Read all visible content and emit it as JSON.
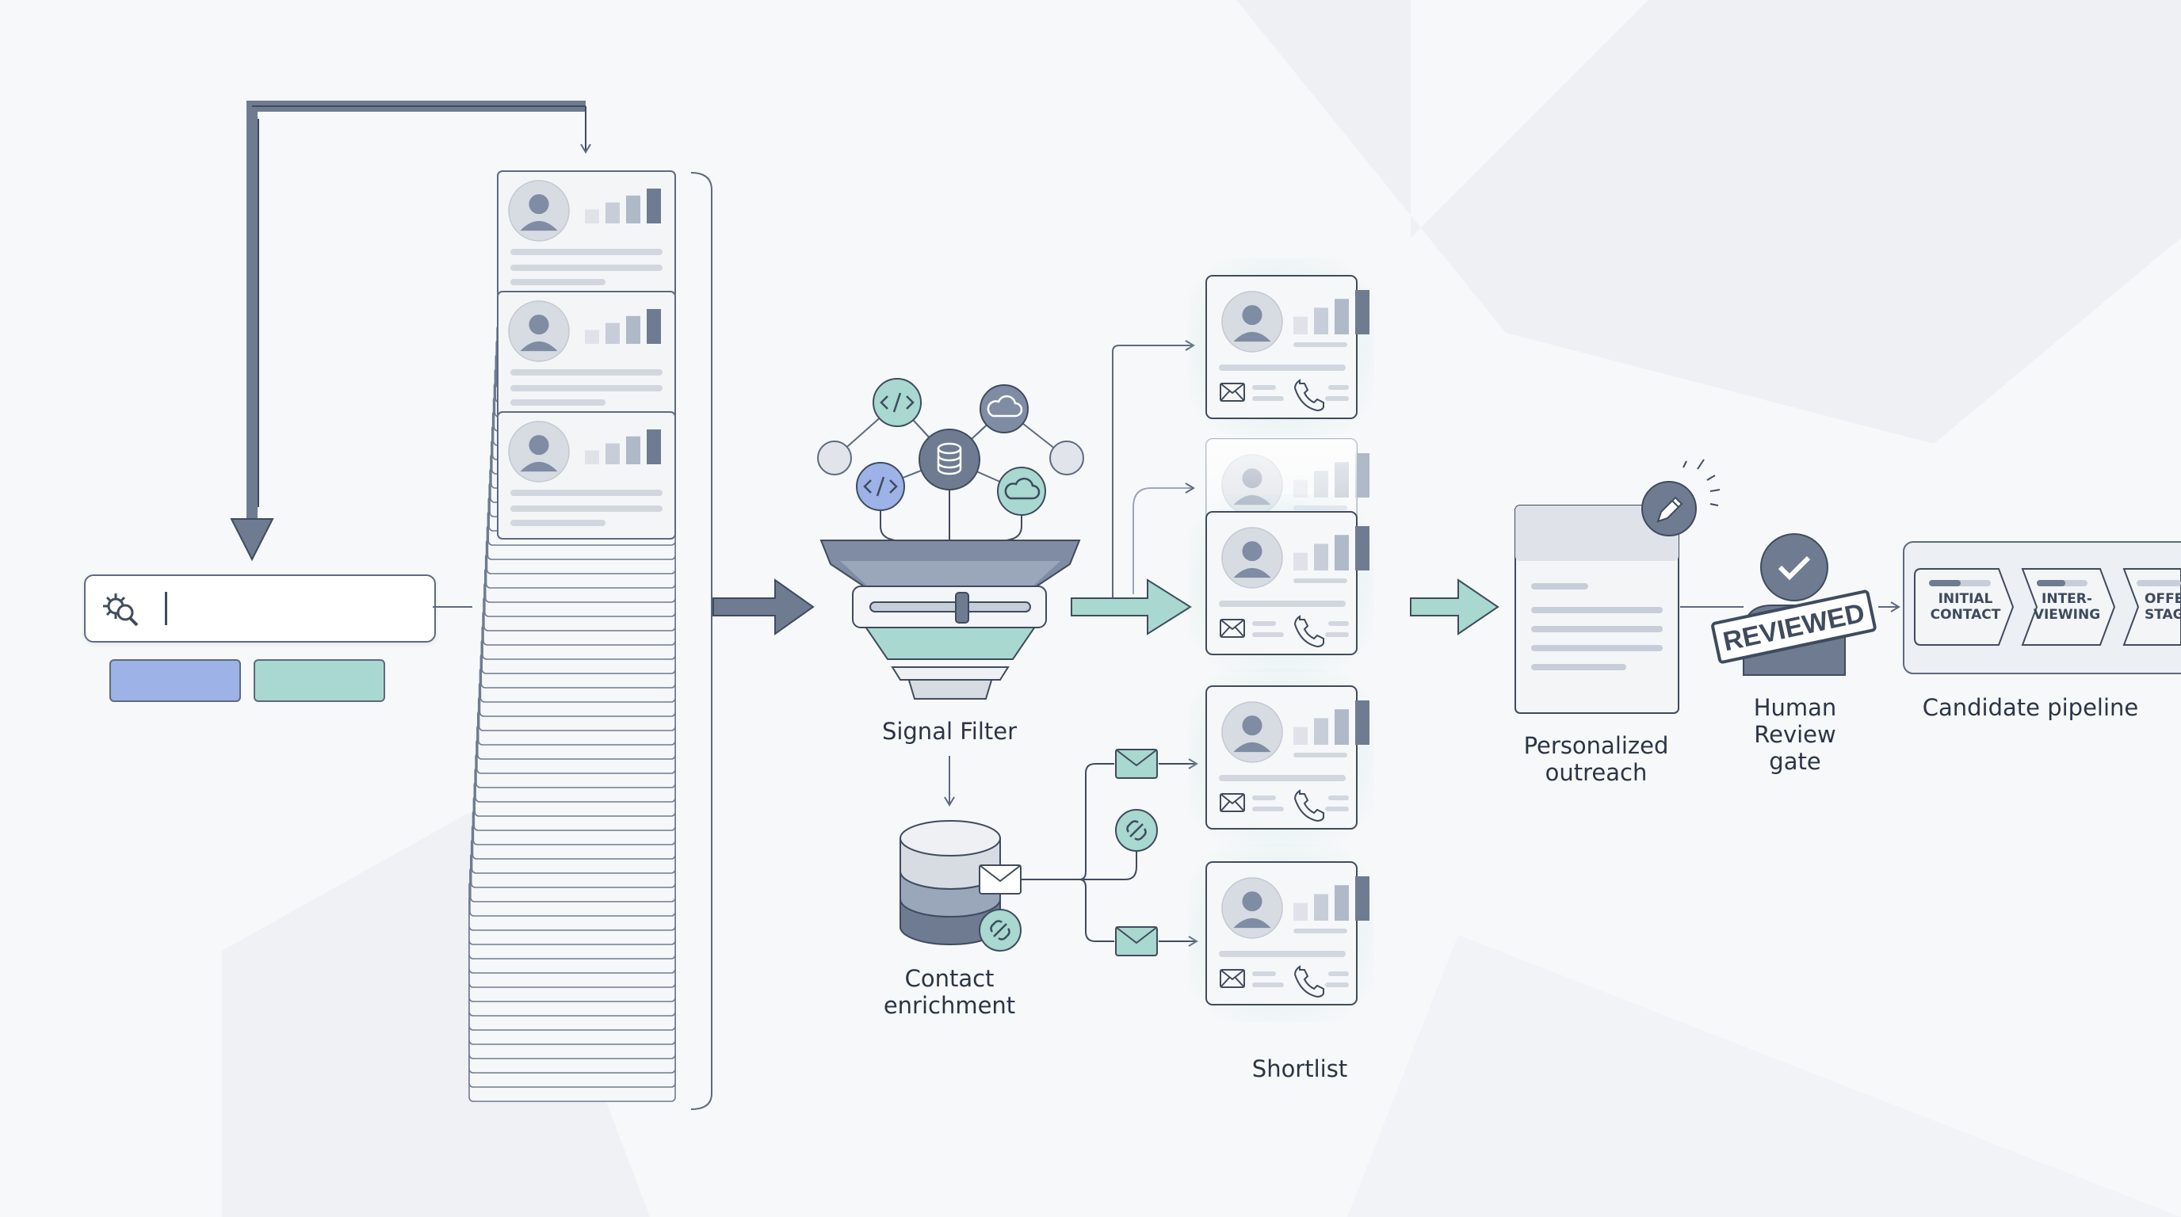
{
  "labels": {
    "signal_filter": "Signal Filter",
    "contact_enrichment": "Contact\nenrichment",
    "shortlist": "Shortlist",
    "personalized_outreach": "Personalized\noutreach",
    "human_review_gate": "Human\nReview\ngate",
    "candidate_pipeline": "Candidate pipeline"
  },
  "stamp": "REVIEWED",
  "pipeline_stages": [
    "INITIAL\nCONTACT",
    "INTER-\nVIEWING",
    "OFFE\nSTAG"
  ],
  "colors": {
    "ink": "#3f4b5e",
    "frame": "#5d6a80",
    "teal": "#a8d8cf",
    "blue": "#9db2e6",
    "funnel": "#7f8ca3",
    "card": "#ffffff",
    "glow": "#b8e3e0"
  },
  "icons": [
    "settings-search-icon",
    "code-icon",
    "cloud-icon",
    "database-icon",
    "envelope-icon",
    "link-icon",
    "phone-icon",
    "pencil-icon",
    "checkmark-icon",
    "avatar-icon",
    "signal-bars-icon"
  ]
}
